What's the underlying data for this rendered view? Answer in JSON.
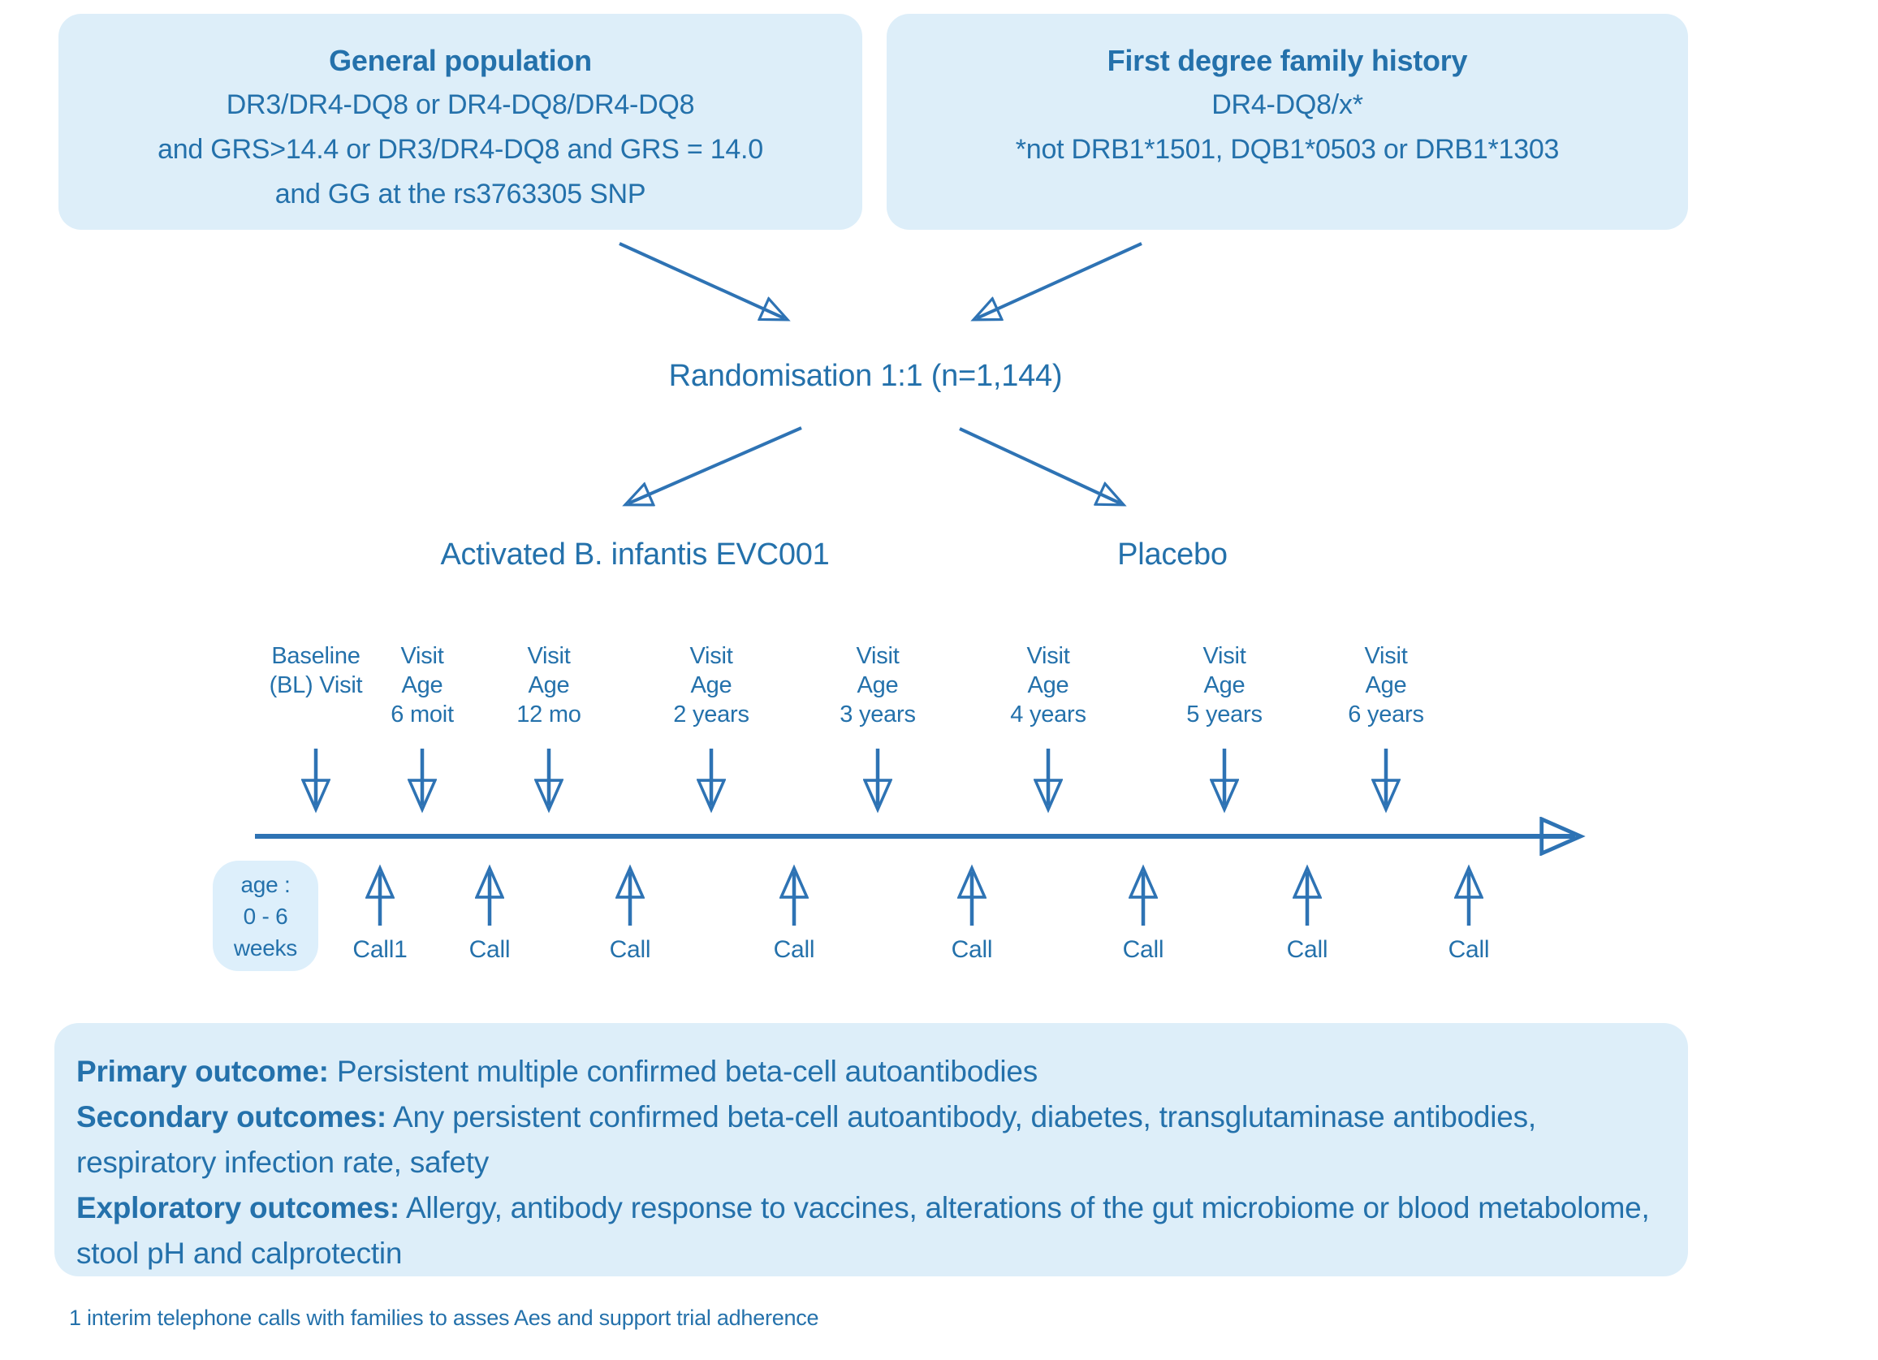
{
  "colors": {
    "text_blue": "#2471ab",
    "arrow_blue": "#2e73b4",
    "box_background": "#ddeef9",
    "age_box_background": "#ddeffb",
    "page_background": "#ffffff"
  },
  "eligibility": {
    "general": {
      "title": "General population",
      "line1": "DR3/DR4-DQ8 or DR4-DQ8/DR4-DQ8",
      "line2": "and GRS>14.4 or DR3/DR4-DQ8 and GRS = 14.0",
      "line3": "and GG at the rs3763305 SNP"
    },
    "family": {
      "title": "First degree family history",
      "line1": "DR4-DQ8/x*",
      "line2": "*not DRB1*1501, DQB1*0503 or DRB1*1303"
    }
  },
  "randomisation_label": "Randomisation 1:1 (n=1,144)",
  "arms": {
    "treatment": "Activated B. infantis EVC001",
    "placebo": "Placebo"
  },
  "timeline": {
    "visits": [
      {
        "l1": "Baseline",
        "l2": "(BL) Visit",
        "l3": ""
      },
      {
        "l1": "Visit",
        "l2": "Age",
        "l3": "6 moit"
      },
      {
        "l1": "Visit",
        "l2": "Age",
        "l3": "12 mo"
      },
      {
        "l1": "Visit",
        "l2": "Age",
        "l3": "2 years"
      },
      {
        "l1": "Visit",
        "l2": "Age",
        "l3": "3 years"
      },
      {
        "l1": "Visit",
        "l2": "Age",
        "l3": "4 years"
      },
      {
        "l1": "Visit",
        "l2": "Age",
        "l3": "5 years"
      },
      {
        "l1": "Visit",
        "l2": "Age",
        "l3": "6 years"
      }
    ],
    "age_box": {
      "l1": "age :",
      "l2": "0 - 6",
      "l3": "weeks"
    },
    "calls": [
      "Call1",
      "Call",
      "Call",
      "Call",
      "Call",
      "Call",
      "Call",
      "Call"
    ]
  },
  "outcomes": {
    "primary_label": "Primary outcome:",
    "primary_text": "Persistent multiple confirmed beta-cell autoantibodies",
    "secondary_label": "Secondary outcomes:",
    "secondary_text": "Any persistent confirmed beta-cell autoantibody, diabetes, transglutaminase antibodies, respiratory infection rate, safety",
    "exploratory_label": "Exploratory outcomes:",
    "exploratory_text": "Allergy, antibody response to vaccines, alterations of the gut microbiome or blood metabolome, stool pH and calprotectin"
  },
  "footnote": "1 interim telephone calls with families to asses Aes and support trial adherence"
}
